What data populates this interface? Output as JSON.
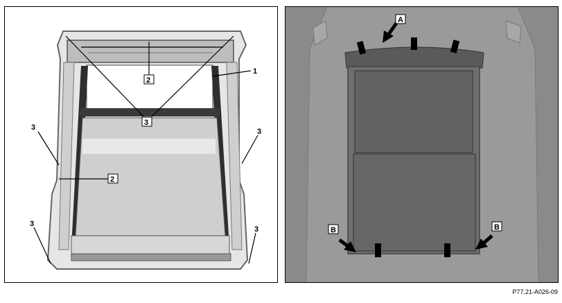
{
  "left_panel": {
    "callouts": [
      {
        "id": "1",
        "label": "1"
      },
      {
        "id": "2-top",
        "label": "2"
      },
      {
        "id": "2-mid",
        "label": "2"
      },
      {
        "id": "3-center",
        "label": "3"
      },
      {
        "id": "3-left-mid",
        "label": "3"
      },
      {
        "id": "3-right-mid",
        "label": "3"
      },
      {
        "id": "3-left-bottom",
        "label": "3"
      },
      {
        "id": "3-right-bottom",
        "label": "3"
      }
    ]
  },
  "right_panel": {
    "callouts": [
      {
        "id": "A",
        "label": "A"
      },
      {
        "id": "B-left",
        "label": "B"
      },
      {
        "id": "B-right",
        "label": "B"
      }
    ]
  },
  "figure_code": "P77.21-A026-09",
  "colors": {
    "frame_light": "#d9d9d9",
    "frame_dark": "#3a3a3a",
    "roof_glass": "#c2c2c2",
    "car_body": "#8f8f8f",
    "roof_panel": "#6b6b6b",
    "marker": "#000000"
  }
}
